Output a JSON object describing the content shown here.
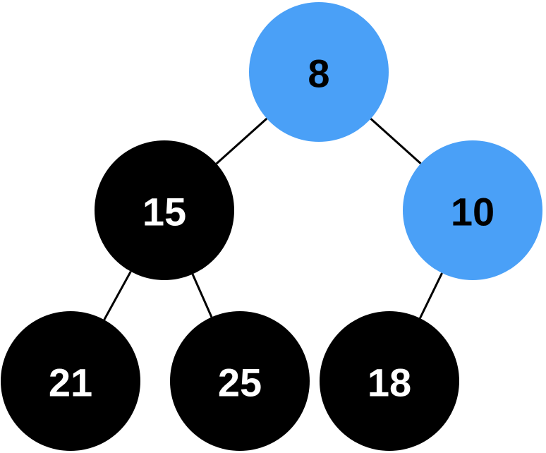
{
  "colors": {
    "highlight_fill": "#4aa0f7",
    "default_fill": "#000000",
    "highlight_text": "#000000",
    "default_text": "#ffffff",
    "edge": "#000000"
  },
  "tree": {
    "nodes": [
      {
        "id": "n8",
        "label": "8",
        "highlighted": true
      },
      {
        "id": "n15",
        "label": "15",
        "highlighted": false
      },
      {
        "id": "n10",
        "label": "10",
        "highlighted": true
      },
      {
        "id": "n21",
        "label": "21",
        "highlighted": false
      },
      {
        "id": "n25",
        "label": "25",
        "highlighted": false
      },
      {
        "id": "n18",
        "label": "18",
        "highlighted": false
      }
    ],
    "edges": [
      {
        "from": "n8",
        "to": "n15"
      },
      {
        "from": "n8",
        "to": "n10"
      },
      {
        "from": "n15",
        "to": "n21"
      },
      {
        "from": "n15",
        "to": "n25"
      },
      {
        "from": "n10",
        "to": "n18"
      }
    ]
  }
}
